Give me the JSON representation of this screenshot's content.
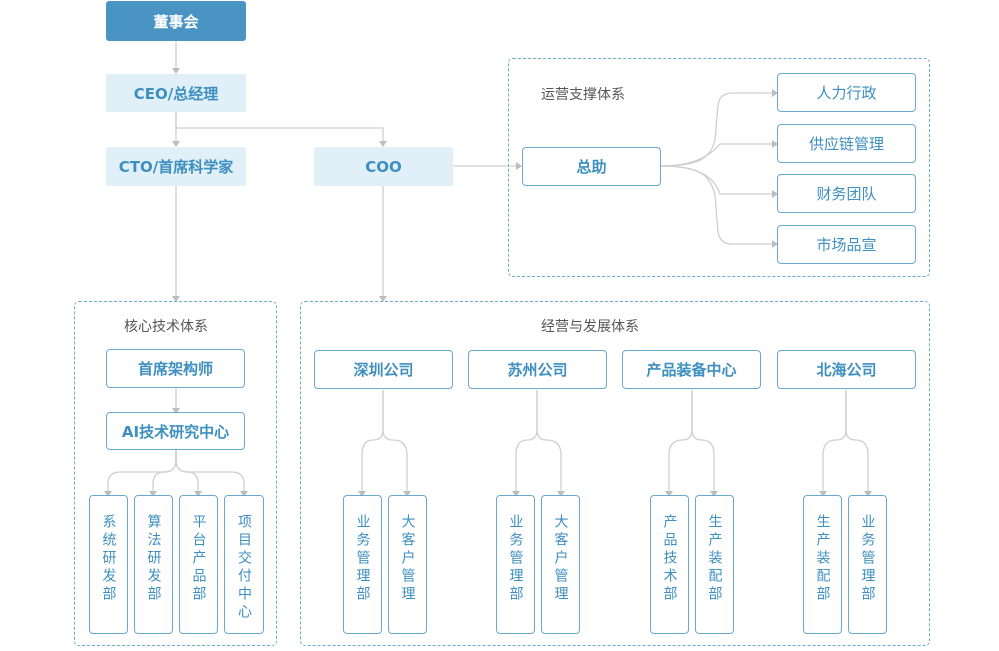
{
  "top": {
    "board": "董事会",
    "ceo": "CEO/总经理",
    "cto": "CTO/首席科学家",
    "coo": "COO"
  },
  "ops": {
    "title": "运营支撑体系",
    "assistant": "总助",
    "items": [
      "人力行政",
      "供应链管理",
      "财务团队",
      "市场品宣"
    ]
  },
  "tech": {
    "title": "核心技术体系",
    "architect": "首席架构师",
    "ai_center": "AI技术研究中心",
    "depts": [
      "系统研发部",
      "算法研发部",
      "平台产品部",
      "项目交付中心"
    ]
  },
  "biz": {
    "title": "经营与发展体系",
    "branches": [
      {
        "name": "深圳公司",
        "depts": [
          "业务管理部",
          "大客户管理"
        ]
      },
      {
        "name": "苏州公司",
        "depts": [
          "业务管理部",
          "大客户管理"
        ]
      },
      {
        "name": "产品装备中心",
        "depts": [
          "产品技术部",
          "生产装配部"
        ]
      },
      {
        "name": "北海公司",
        "depts": [
          "生产装配部",
          "业务管理部"
        ]
      }
    ]
  },
  "colors": {
    "dark_fill": "#4a94c4",
    "light_fill": "#e1f0f8",
    "border": "#6aa9cc",
    "text": "#3d8fbf",
    "connector": "#cfcfcf"
  }
}
